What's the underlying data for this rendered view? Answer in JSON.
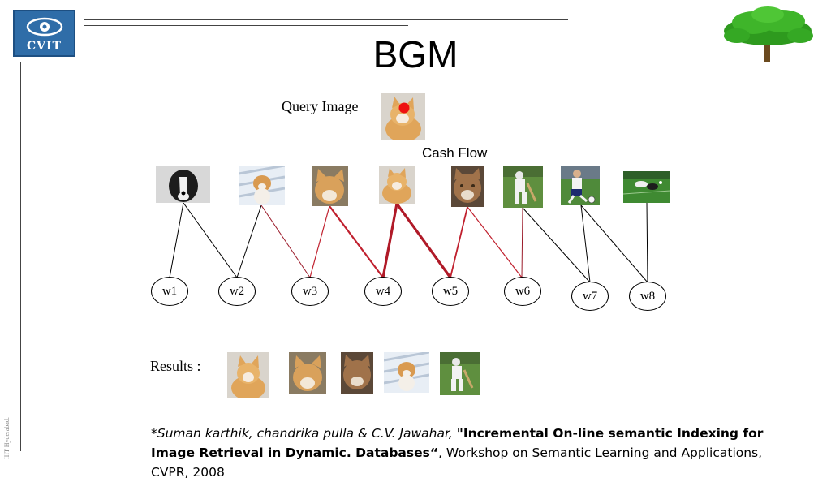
{
  "header": {
    "logo_text": "CVIT",
    "title": "BGM",
    "side_text": "IIIT Hyderabad."
  },
  "diagram": {
    "query_label": "Query Image",
    "flow_label": "Cash  Flow",
    "results_label": "Results :",
    "image_nodes": [
      {
        "id": "img1",
        "depicts": "black-white-dog-photo"
      },
      {
        "id": "img2",
        "depicts": "puppy-photo"
      },
      {
        "id": "img3",
        "depicts": "cat-photo"
      },
      {
        "id": "img4",
        "depicts": "cat-photo"
      },
      {
        "id": "img5",
        "depicts": "cat-photo"
      },
      {
        "id": "img6",
        "depicts": "cricket-photo"
      },
      {
        "id": "img7",
        "depicts": "football-photo"
      },
      {
        "id": "img8",
        "depicts": "football-photo"
      }
    ],
    "word_nodes": [
      "w1",
      "w2",
      "w3",
      "w4",
      "w5",
      "w6",
      "w7",
      "w8"
    ],
    "edges": [
      {
        "from": "img1",
        "to": "w1",
        "color": "#000000"
      },
      {
        "from": "img1",
        "to": "w2",
        "color": "#000000"
      },
      {
        "from": "img2",
        "to": "w2",
        "color": "#000000"
      },
      {
        "from": "img2",
        "to": "w3",
        "color": "#9b1b2a"
      },
      {
        "from": "img3",
        "to": "w3",
        "color": "#c0202e"
      },
      {
        "from": "img3",
        "to": "w4",
        "color": "#c0202e"
      },
      {
        "from": "img4",
        "to": "w4",
        "color": "#b01a28"
      },
      {
        "from": "img4",
        "to": "w5",
        "color": "#b01a28"
      },
      {
        "from": "img5",
        "to": "w5",
        "color": "#c0202e"
      },
      {
        "from": "img5",
        "to": "w6",
        "color": "#c0202e"
      },
      {
        "from": "img6",
        "to": "w6",
        "color": "#9b1b2a"
      },
      {
        "from": "img6",
        "to": "w7",
        "color": "#000000"
      },
      {
        "from": "img7",
        "to": "w7",
        "color": "#000000"
      },
      {
        "from": "img7",
        "to": "w8",
        "color": "#000000"
      },
      {
        "from": "img8",
        "to": "w8",
        "color": "#000000"
      }
    ],
    "results": [
      "cat-photo",
      "cat-photo",
      "cat-photo",
      "puppy-photo",
      "cricket-photo"
    ]
  },
  "citation": {
    "authors": "*Suman karthik, chandrika pulla & C.V. Jawahar,",
    "title": "\"Incremental On-line semantic Indexing for Image Retrieval in Dynamic. Databases“",
    "venue": ", Workshop on Semantic Learning and Applications, CVPR, 2008"
  }
}
